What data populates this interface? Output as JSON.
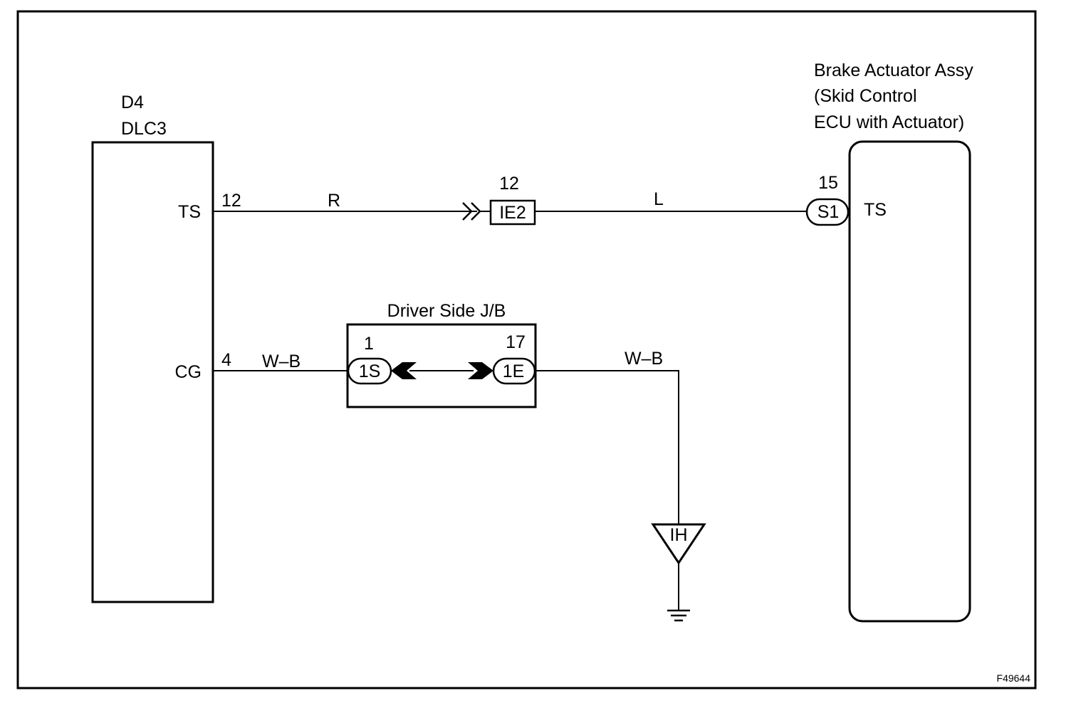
{
  "left_component": {
    "code": "D4",
    "name": "DLC3",
    "pins": {
      "ts": {
        "label": "TS",
        "number": "12"
      },
      "cg": {
        "label": "CG",
        "number": "4"
      }
    }
  },
  "right_component": {
    "name_lines": [
      "Brake Actuator Assy",
      "(Skid Control",
      "ECU with Actuator)"
    ],
    "connector": "S1",
    "pin": {
      "label": "TS",
      "number": "15"
    }
  },
  "ts_circuit": {
    "wire_color_left": "R",
    "junction": {
      "name": "IE2",
      "pin": "12"
    },
    "wire_color_right": "L"
  },
  "cg_circuit": {
    "junction_block": {
      "title": "Driver Side J/B",
      "left_connector": "1S",
      "left_pin": "1",
      "right_connector": "1E",
      "right_pin": "17"
    },
    "wire_color_left": "W–B",
    "wire_color_right": "W–B",
    "ground_point": "IH"
  },
  "figure_id": "F49644"
}
